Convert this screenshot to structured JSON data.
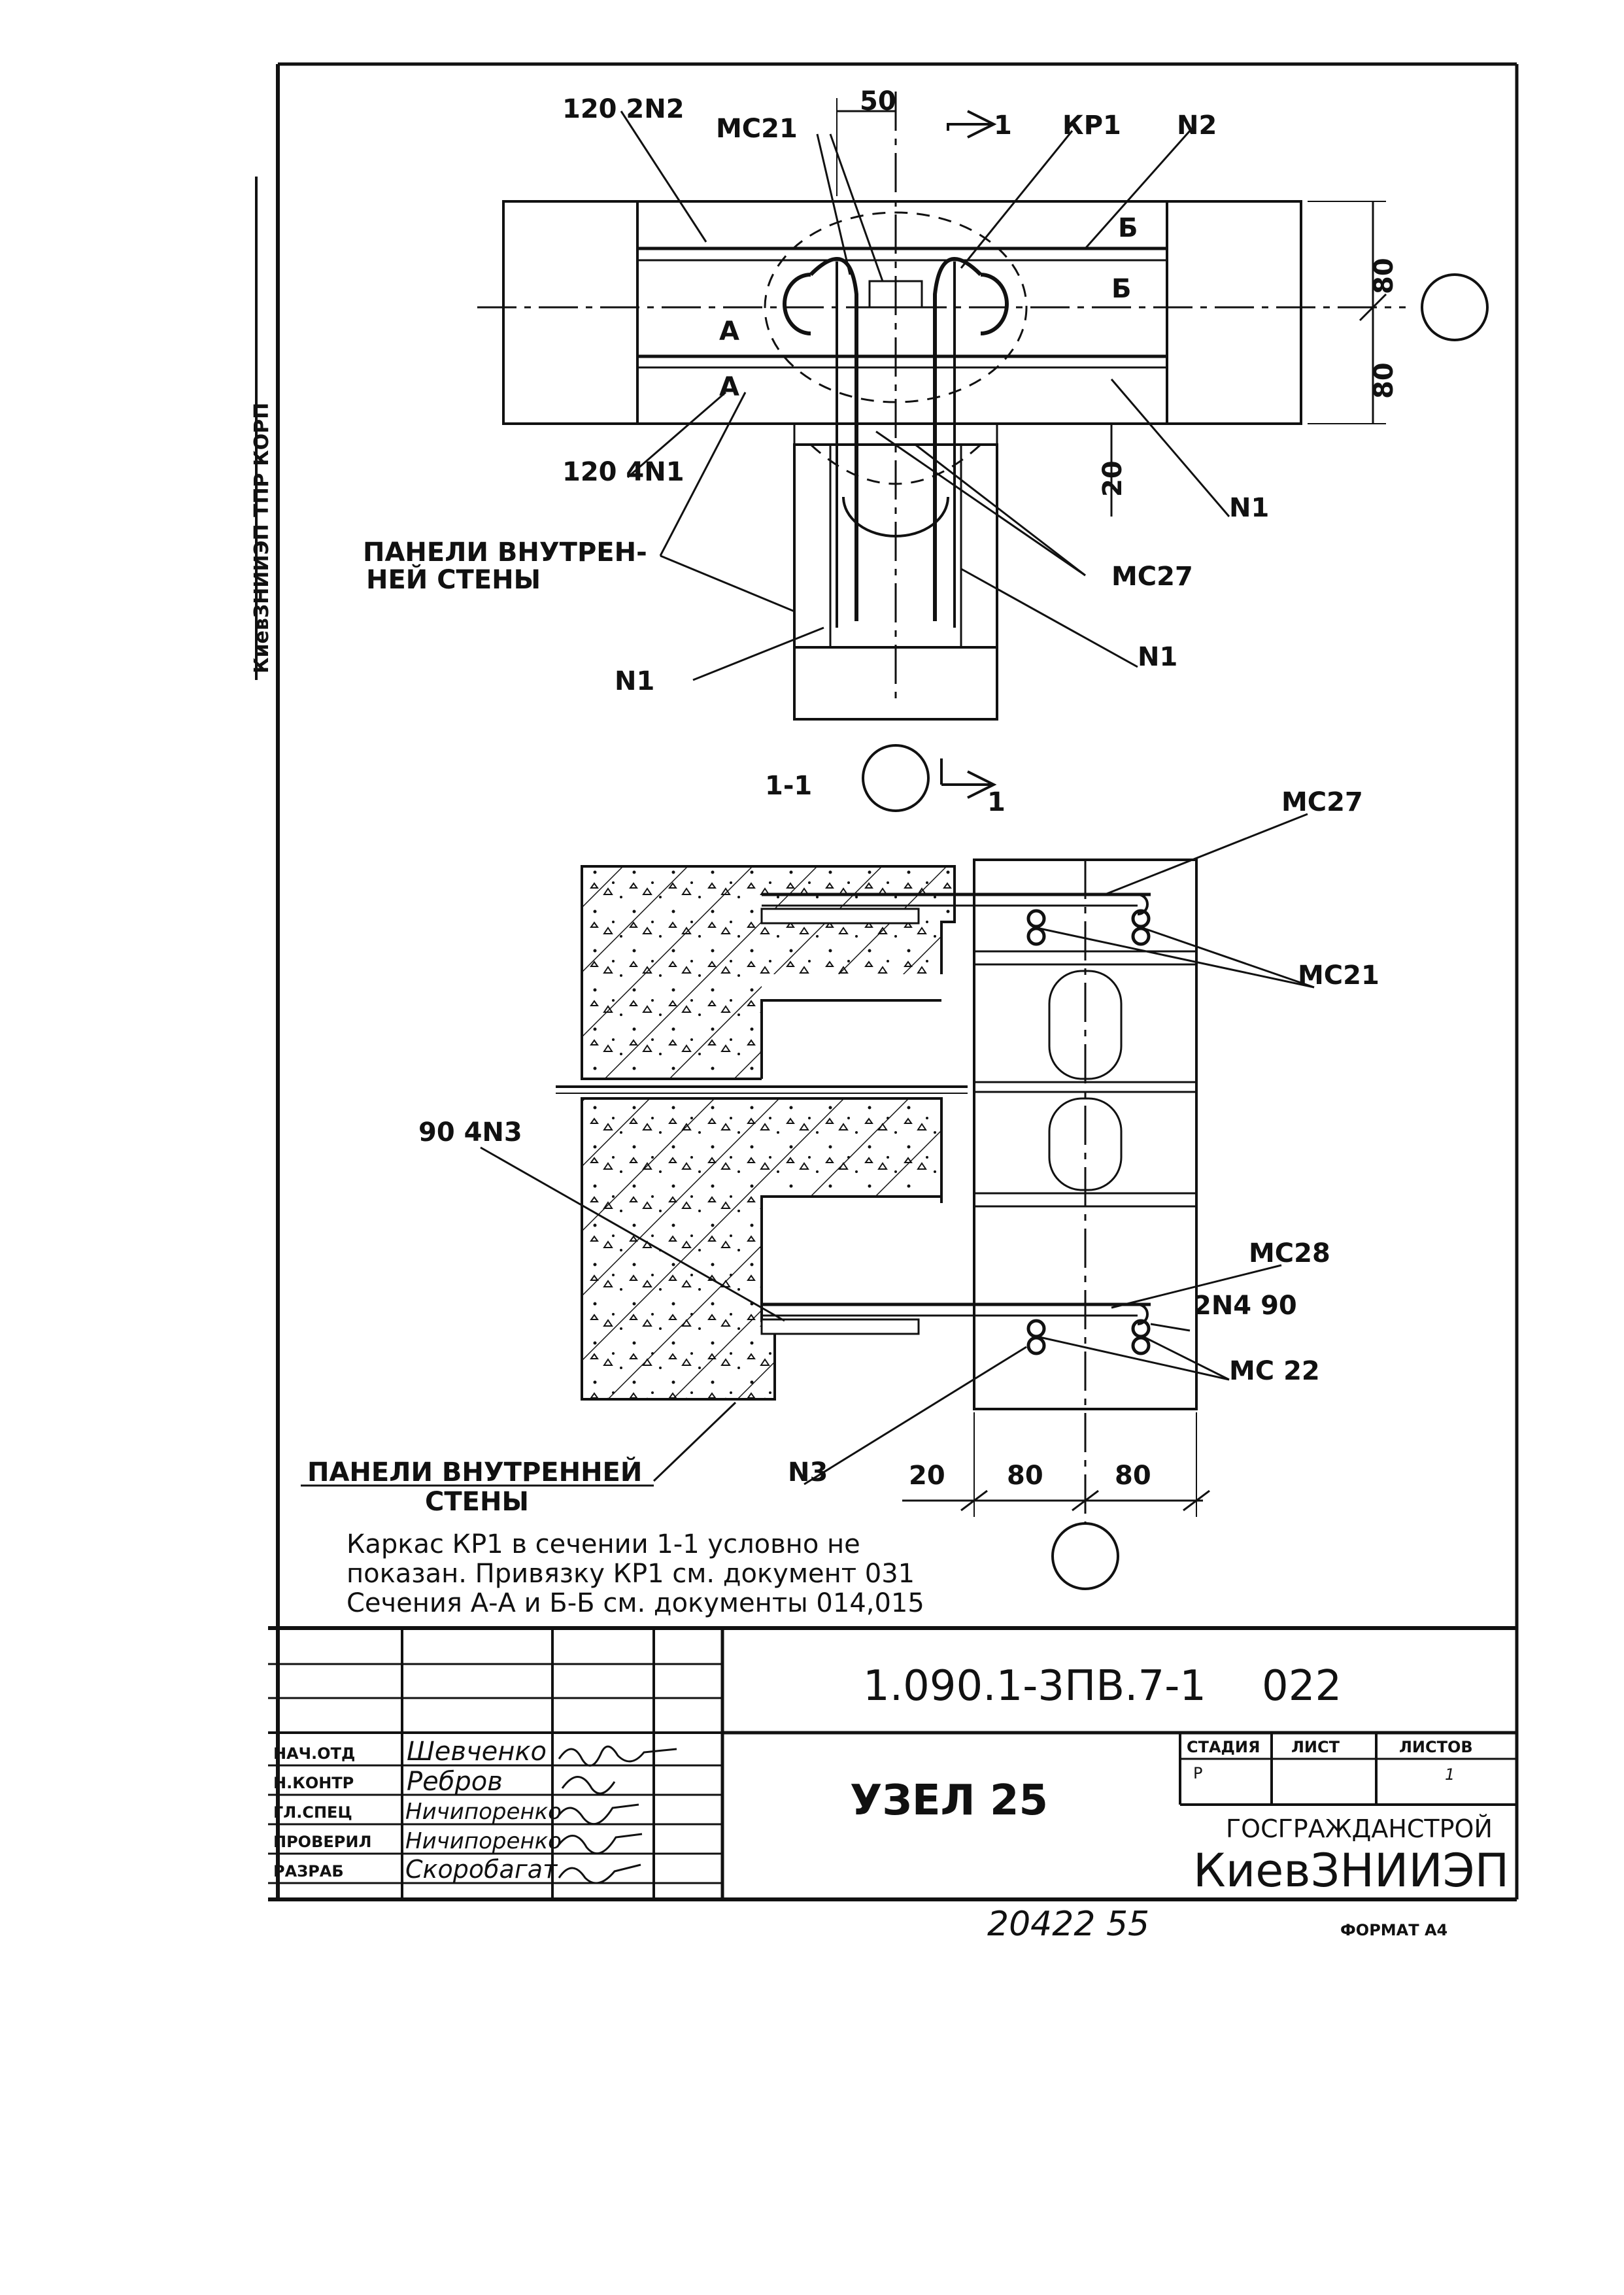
{
  "side_stamp": "КиевЗНИИЭП  ТПР КОРП",
  "labels": {
    "mc21": "МС21",
    "kp1": "КР1",
    "n2": "N2",
    "n1": "N1",
    "n3": "N3",
    "mc27": "МС27",
    "mc28": "МС28",
    "mc22": "МС 22",
    "a": "А",
    "b": "Б",
    "code_120_2n2": "120 2N2",
    "code_120_4n1": "120 4N1",
    "code_90_4n3": "90 4N3",
    "code_2n4_90": "2N4 90",
    "section_mark": "1",
    "section_title": "1-1",
    "panels_top_l1": "ПАНЕЛИ ВНУТРЕН-",
    "panels_top_l2": "НЕЙ СТЕНЫ",
    "panels_bot_l1": "ПАНЕЛИ ВНУТРЕННЕЙ",
    "panels_bot_l2": "СТЕНЫ"
  },
  "dimensions": {
    "d50": "50",
    "d80a": "80",
    "d80b": "80",
    "d20a": "20",
    "d20b": "20",
    "d80c": "80",
    "d80d": "80"
  },
  "notes": [
    "Каркас КР1 в сечении 1-1 условно не",
    "показан. Привязку КР1 см. документ 031",
    "Сечения А-А и Б-Б см. документы 014,015"
  ],
  "title_block": {
    "doc_code": "1.090.1-3ПВ.7-1",
    "sheet_no": "022",
    "title": "УЗЕЛ 25",
    "stage_header": "СТАДИЯ",
    "sheet_header": "ЛИСТ",
    "sheets_header": "ЛИСТОВ",
    "stage": "Р",
    "sheets": "1",
    "org_top": "ГОСГРАЖДАНСТРОЙ",
    "org_main": "КиевЗНИИЭП",
    "roles": [
      {
        "role": "НАЧ.ОТД",
        "name": "Шевченко"
      },
      {
        "role": "Н.КОНТР",
        "name": "Ребров"
      },
      {
        "role": "ГЛ.СПЕЦ",
        "name": "Ничипоренко"
      },
      {
        "role": "ПРОВЕРИЛ",
        "name": "Ничипоренко"
      },
      {
        "role": "РАЗРАБ",
        "name": "Скоробагат"
      }
    ]
  },
  "bottom_number": "20422  55",
  "format": "ФОРМАТ А4"
}
